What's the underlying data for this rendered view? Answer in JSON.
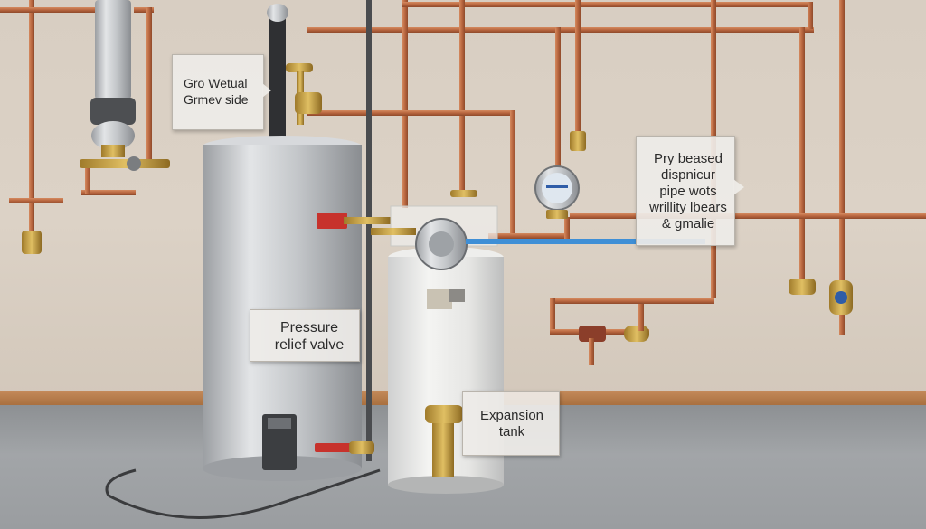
{
  "callouts": {
    "top_left": "Gro Wetual\nGrmev side",
    "right": "Pry beased\ndispnicur\npipe wots\nwrillity lbears\n& gmalie",
    "relief_valve": "Pressure\nrelief valve",
    "expansion_tank": "Expansion\ntank"
  },
  "colors": {
    "wall": "#d8cec2",
    "copper_pipe": "#b8663f",
    "brass_fitting": "#c9a043",
    "floor": "#9a9da0",
    "water_heater": "#c9cbce",
    "blue_line": "#3f8fd6"
  }
}
